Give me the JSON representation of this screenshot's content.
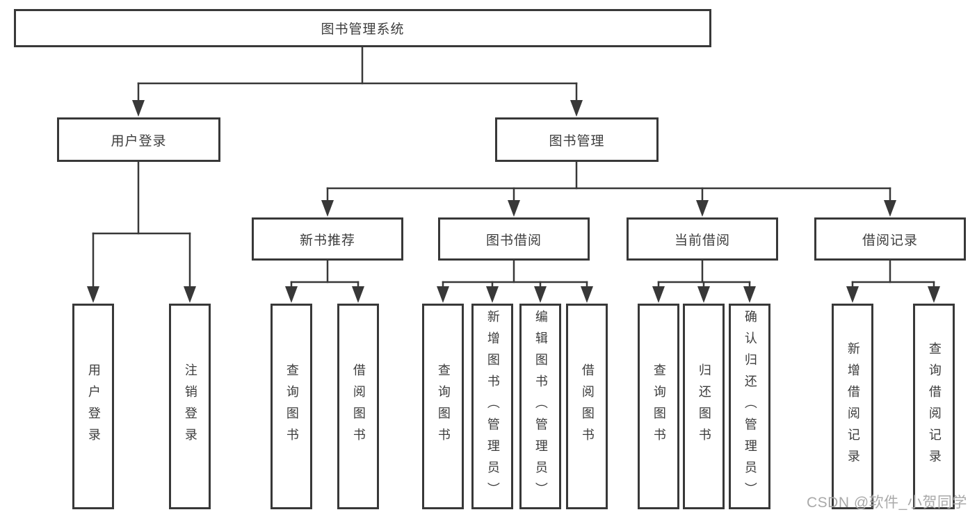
{
  "title": "图书管理系统",
  "tree": {
    "root": "图书管理系统",
    "branches": [
      {
        "label": "用户登录",
        "leaves": [
          "用户登录",
          "注销登录"
        ]
      },
      {
        "label": "图书管理",
        "sections": [
          {
            "label": "新书推荐",
            "leaves": [
              "查询图书",
              "借阅图书"
            ]
          },
          {
            "label": "图书借阅",
            "leaves": [
              "查询图书",
              "新增图书（管理员）",
              "编辑图书（管理员）",
              "借阅图书"
            ]
          },
          {
            "label": "当前借阅",
            "leaves": [
              "查询图书",
              "归还图书",
              "确认归还（管理员）"
            ]
          },
          {
            "label": "借阅记录",
            "leaves": [
              "新增借阅记录",
              "查询借阅记录"
            ]
          }
        ]
      }
    ]
  },
  "watermark": "CSDN @软件_小贺同学",
  "colors": {
    "line": "#383838",
    "box_border": "#383838",
    "text": "#3c3c3c",
    "watermark": "#a9a9a9",
    "background": "#ffffff"
  }
}
